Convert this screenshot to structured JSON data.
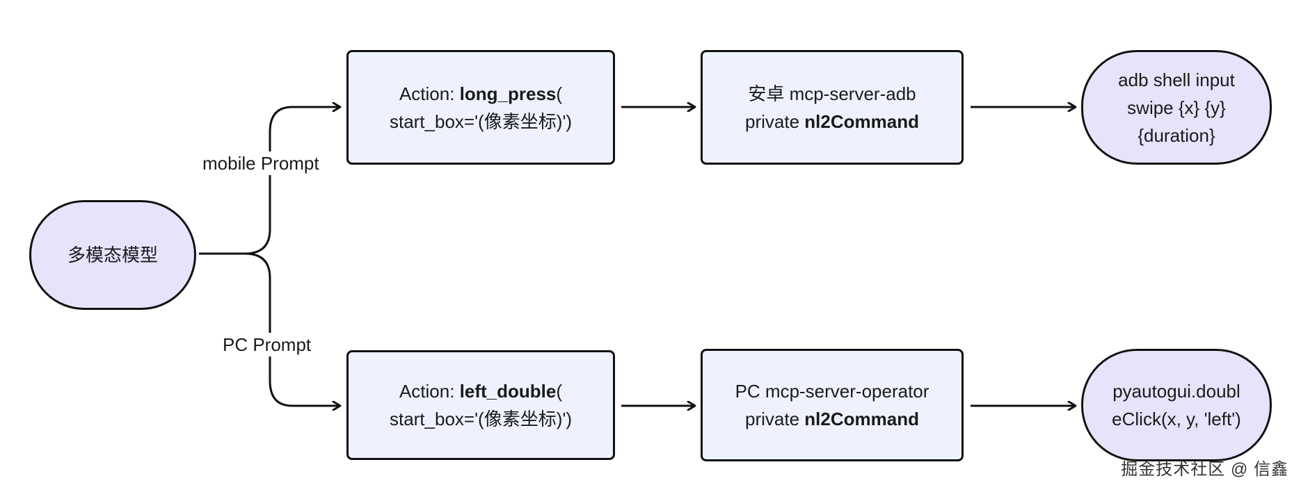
{
  "nodes": {
    "model": {
      "text": "多模态模型"
    },
    "mobile_action": {
      "prefix": "Action: ",
      "bold": "long_press",
      "suffix": "(",
      "line2": "start_box='(像素坐标)')"
    },
    "mobile_server": {
      "line1": "安卓 mcp-server-adb",
      "prefix2": "private ",
      "bold2": "nl2Command"
    },
    "mobile_output": {
      "line1": "adb shell input",
      "line2": "swipe {x} {y}",
      "line3": "{duration}"
    },
    "pc_action": {
      "prefix": "Action: ",
      "bold": "left_double",
      "suffix": "(",
      "line2": "start_box='(像素坐标)')"
    },
    "pc_server": {
      "line1": "PC mcp-server-operator",
      "prefix2": "private ",
      "bold2": "nl2Command"
    },
    "pc_output": {
      "line1": "pyautogui.doubl",
      "line2": "eClick(x, y, 'left')"
    }
  },
  "edges": {
    "mobile_label": "mobile Prompt",
    "pc_label": "PC Prompt"
  },
  "watermark": "掘金技术社区 @ 信鑫",
  "colors": {
    "rect_fill": "#eef2fe",
    "pill_fill": "#e7e3fa",
    "stroke": "#111111"
  }
}
